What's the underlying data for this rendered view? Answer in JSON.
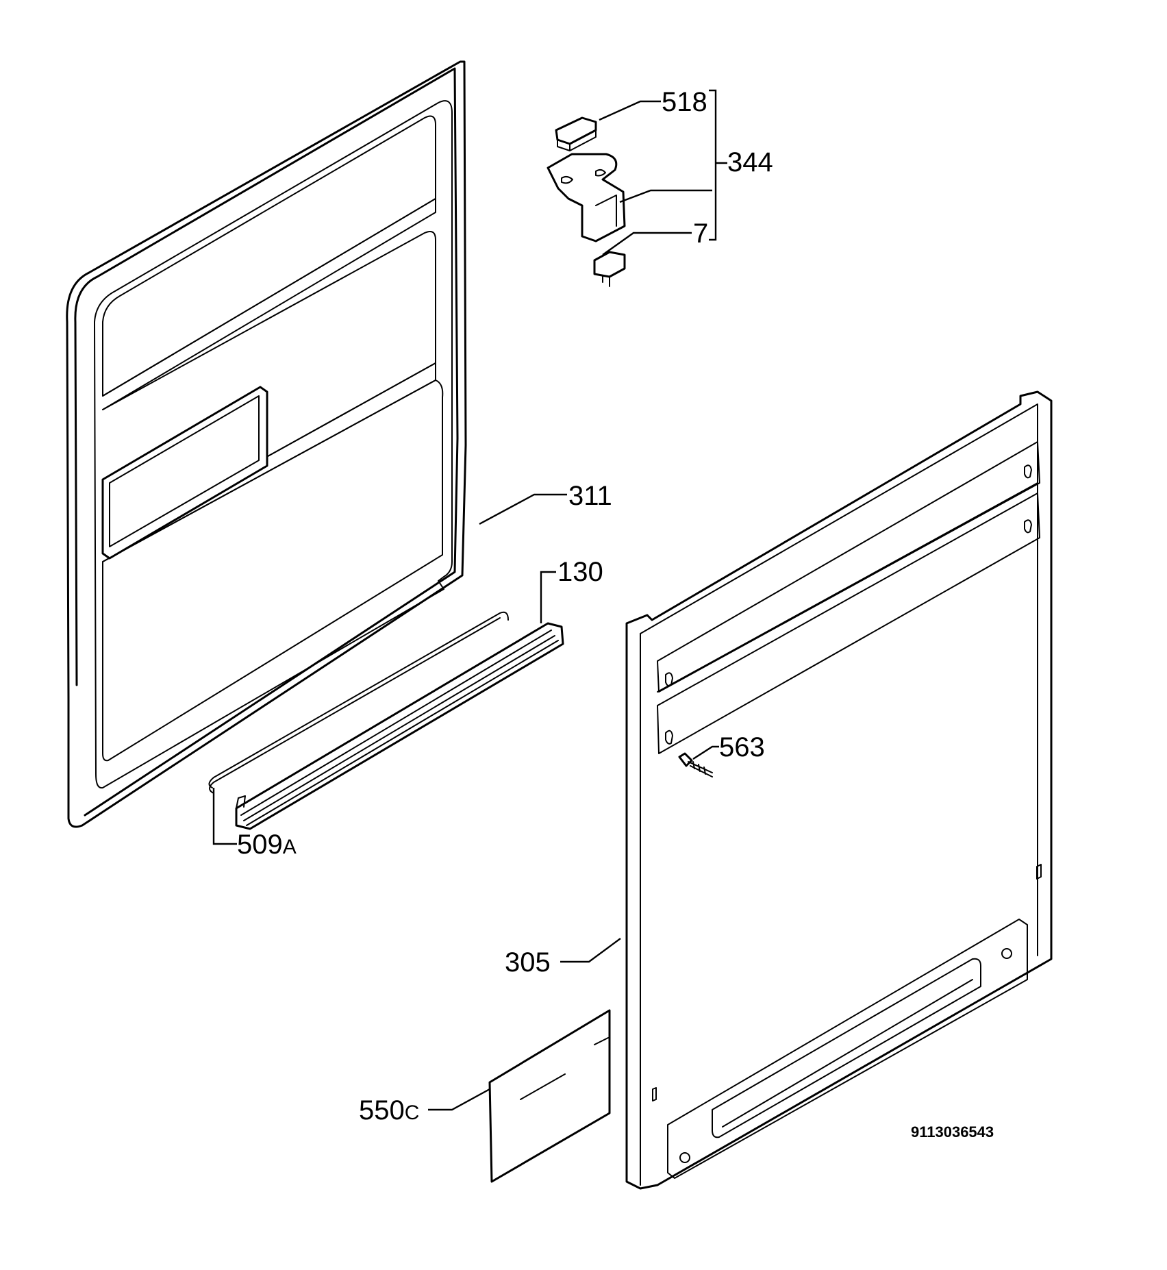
{
  "diagram": {
    "document_number": "9113036543",
    "callouts": [
      {
        "id": "518",
        "text": "518",
        "suffix": ""
      },
      {
        "id": "344",
        "text": "344",
        "suffix": ""
      },
      {
        "id": "7",
        "text": "7",
        "suffix": ""
      },
      {
        "id": "311",
        "text": "311",
        "suffix": ""
      },
      {
        "id": "130",
        "text": "130",
        "suffix": ""
      },
      {
        "id": "563",
        "text": "563",
        "suffix": ""
      },
      {
        "id": "509a",
        "text": "509",
        "suffix": "A"
      },
      {
        "id": "305",
        "text": "305",
        "suffix": ""
      },
      {
        "id": "550c",
        "text": "550",
        "suffix": "C"
      }
    ]
  }
}
